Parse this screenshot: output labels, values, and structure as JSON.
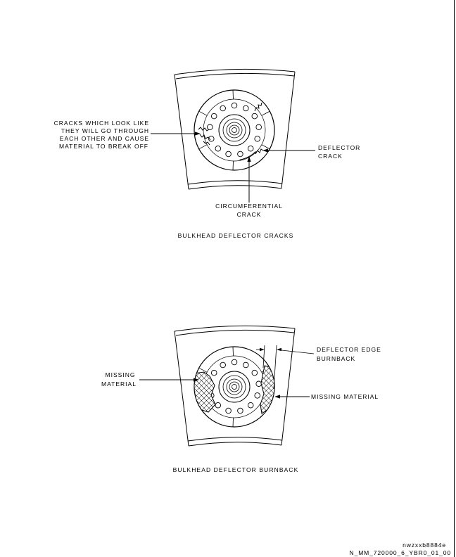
{
  "top_figure": {
    "cracks_callout": [
      "CRACKS WHICH LOOK LIKE",
      "THEY WILL GO THROUGH",
      "EACH OTHER AND CAUSE",
      "MATERIAL TO BREAK OFF"
    ],
    "deflector_crack_callout": [
      "DEFLECTOR",
      "CRACK"
    ],
    "circumferential_crack_callout": [
      "CIRCUMFERENTIAL",
      "CRACK"
    ],
    "caption": "BULKHEAD DEFLECTOR CRACKS"
  },
  "bottom_figure": {
    "missing_material_left_callout": [
      "MISSING",
      "MATERIAL"
    ],
    "edge_burnback_callout": [
      "DEFLECTOR EDGE",
      "BURNBACK"
    ],
    "missing_material_right_callout": "MISSING MATERIAL",
    "caption": "BULKHEAD DEFLECTOR BURNBACK"
  },
  "footer": {
    "image_code": "nwzxxb8884e",
    "figure_id": "N_MM_720000_6_YBR0_01_00"
  },
  "colors": {
    "ink": "#000000",
    "background": "#ffffff"
  }
}
